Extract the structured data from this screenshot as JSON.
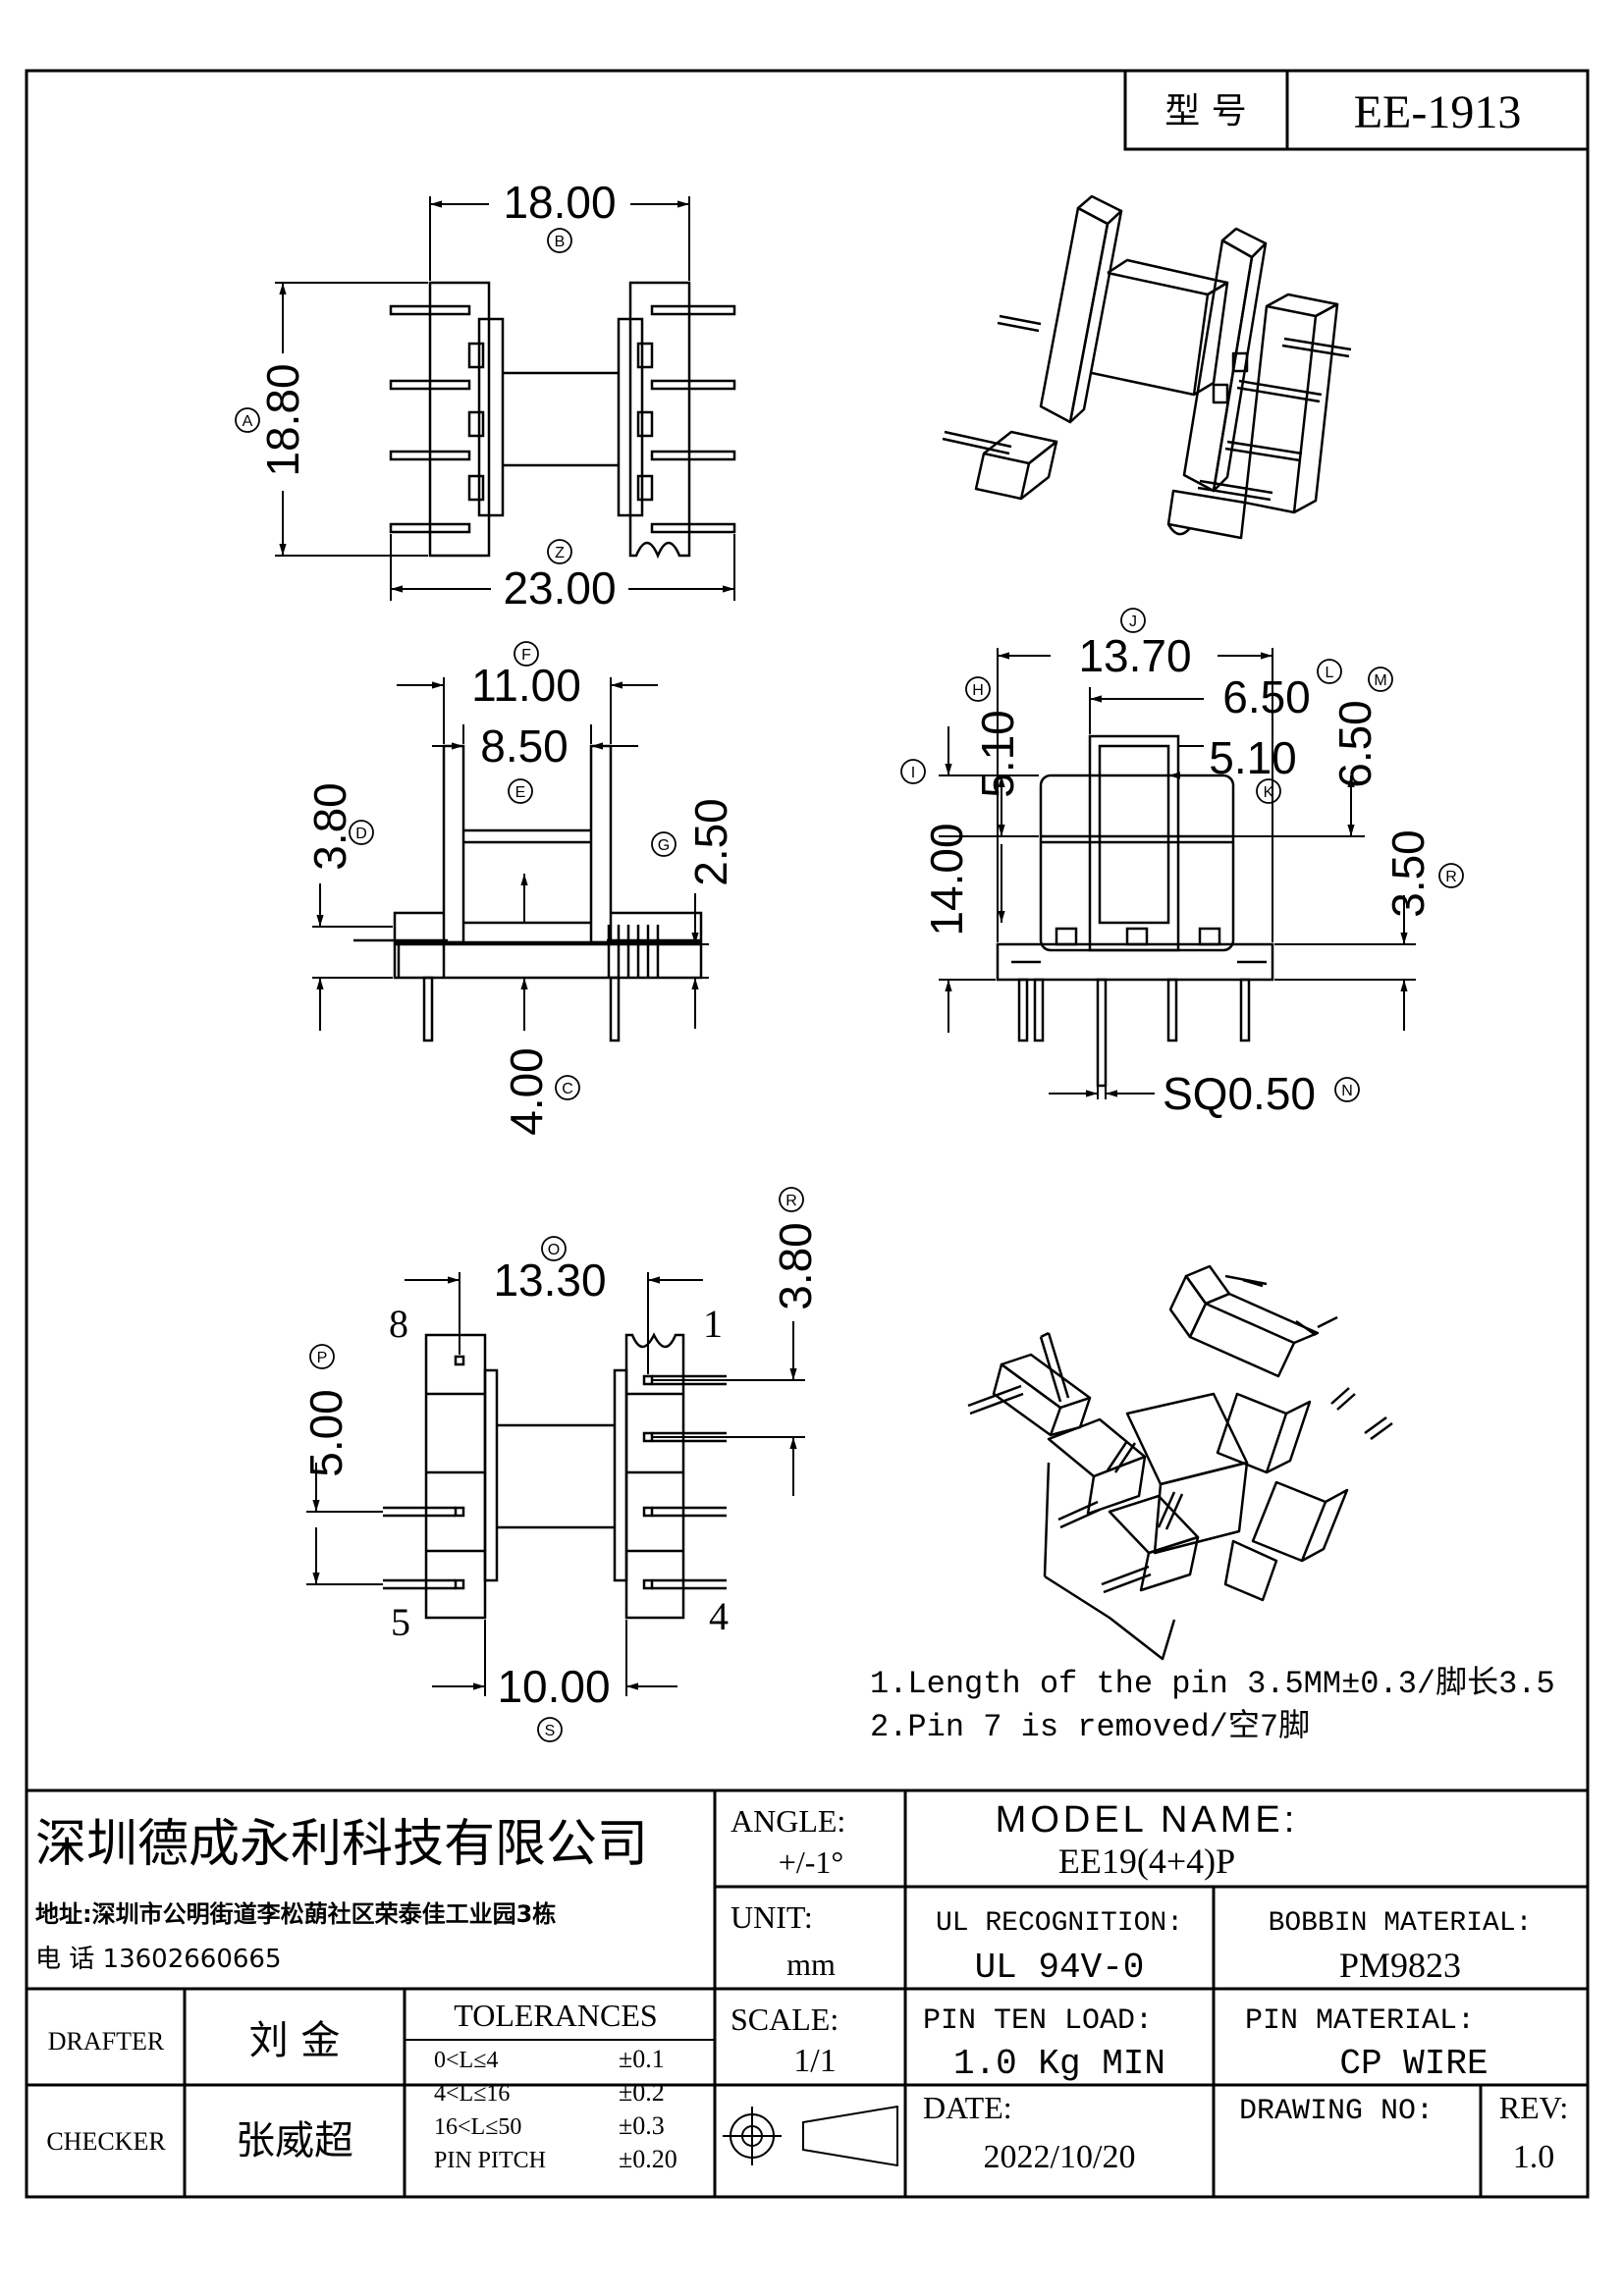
{
  "header": {
    "type_label": "型  号",
    "type_value": "EE-1913"
  },
  "dimensions": {
    "top_width": "18.00",
    "top_width_mark": "B",
    "top_height": "18.80",
    "top_height_mark": "A",
    "top_overall": "23.00",
    "top_overall_mark": "Z",
    "side_flange": "11.00",
    "side_flange_mark": "F",
    "side_inner": "8.50",
    "side_inner_mark": "E",
    "side_d": "3.80",
    "side_d_mark": "D",
    "side_g": "2.50",
    "side_g_mark": "G",
    "side_c": "4.00",
    "side_c_mark": "C",
    "front_j": "13.70",
    "front_j_mark": "J",
    "front_l": "6.50",
    "front_l_mark": "L",
    "front_h": "5.10",
    "front_h_mark": "H",
    "front_k": "5.10",
    "front_k_mark": "K",
    "front_m": "6.50",
    "front_m_mark": "M",
    "front_i": "14.00",
    "front_i_mark": "I",
    "front_r": "3.50",
    "front_r_mark": "R",
    "front_n": "SQ0.50",
    "front_n_mark": "N",
    "bottom_o": "13.30",
    "bottom_o_mark": "O",
    "bottom_r": "3.80",
    "bottom_r_mark": "R",
    "bottom_p": "5.00",
    "bottom_p_mark": "P",
    "bottom_s": "10.00",
    "bottom_s_mark": "S",
    "pin_8": "8",
    "pin_1": "1",
    "pin_5": "5",
    "pin_4": "4"
  },
  "notes": [
    "1.Length of the pin 3.5MM±0.3/脚长3.5",
    "2.Pin 7 is removed/空7脚"
  ],
  "title_block": {
    "company": "深圳德成永利科技有限公司",
    "address": "地址:深圳市公明街道李松蓢社区荣泰佳工业园3栋",
    "phone": "电 话 13602660665",
    "angle_label": "ANGLE:",
    "angle_value": "+/-1°",
    "model_label": "MODEL NAME:",
    "model_value": "EE19(4+4)P",
    "unit_label": "UNIT:",
    "unit_value": "mm",
    "ul_label": "UL RECOGNITION:",
    "ul_value": "UL 94V-0",
    "bobbin_label": "BOBBIN MATERIAL:",
    "bobbin_value": "PM9823",
    "drafter_label": "DRAFTER",
    "drafter_value": "刘  金",
    "checker_label": "CHECKER",
    "checker_value": "张威超",
    "tolerances_label": "TOLERANCES",
    "tolerances": [
      {
        "range": "0<L≤4",
        "value": "±0.1"
      },
      {
        "range": "4<L≤16",
        "value": "±0.2"
      },
      {
        "range": "16<L≤50",
        "value": "±0.3"
      },
      {
        "range": "PIN PITCH",
        "value": "±0.20"
      }
    ],
    "scale_label": "SCALE:",
    "scale_value": "1/1",
    "pin_load_label": "PIN TEN LOAD:",
    "pin_load_value": "1.0 Kg MIN",
    "pin_material_label": "PIN MATERIAL:",
    "pin_material_value": "CP WIRE",
    "date_label": "DATE:",
    "date_value": "2022/10/20",
    "drawing_no_label": "DRAWING NO:",
    "drawing_no_value": "",
    "rev_label": "REV:",
    "rev_value": "1.0"
  }
}
